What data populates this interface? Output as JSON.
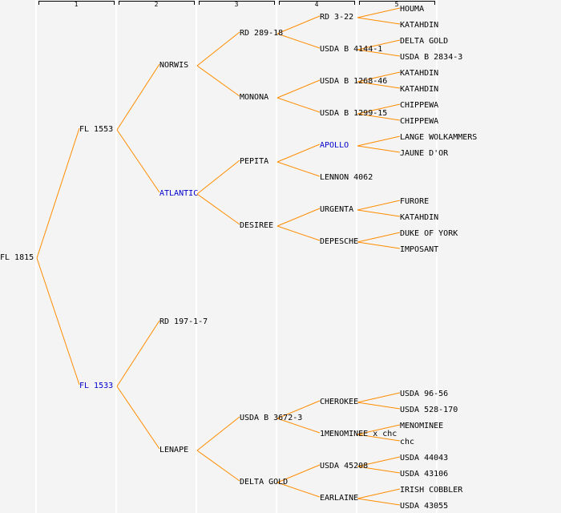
{
  "diagram": {
    "type": "pedigree",
    "line_color": "#ff8c00",
    "highlight_color": "#0000cc",
    "generation_headers": [
      "1",
      "2",
      "3",
      "4",
      "5"
    ],
    "root": {
      "name": "FL 1815",
      "children": [
        {
          "name": "FL 1553",
          "children": [
            {
              "name": "NORWIS",
              "children": [
                {
                  "name": "RD 289-18",
                  "children": [
                    {
                      "name": "RD 3-22",
                      "children": [
                        {
                          "name": "HOUMA"
                        },
                        {
                          "name": "KATAHDIN"
                        }
                      ]
                    },
                    {
                      "name": "USDA B 4144-1",
                      "children": [
                        {
                          "name": "DELTA GOLD"
                        },
                        {
                          "name": "USDA B 2834-3"
                        }
                      ]
                    }
                  ]
                },
                {
                  "name": "MONONA",
                  "children": [
                    {
                      "name": "USDA B 1268-46",
                      "children": [
                        {
                          "name": "KATAHDIN"
                        },
                        {
                          "name": "KATAHDIN"
                        }
                      ]
                    },
                    {
                      "name": "USDA B 1299-15",
                      "children": [
                        {
                          "name": "CHIPPEWA"
                        },
                        {
                          "name": "CHIPPEWA"
                        }
                      ]
                    }
                  ]
                }
              ]
            },
            {
              "name": "ATLANTIC",
              "highlight": true,
              "children": [
                {
                  "name": "PEPITA",
                  "children": [
                    {
                      "name": "APOLLO",
                      "highlight": true,
                      "children": [
                        {
                          "name": "LANGE WOLKAMMERS"
                        },
                        {
                          "name": "JAUNE D'OR"
                        }
                      ]
                    },
                    {
                      "name": "LENNON 4062"
                    }
                  ]
                },
                {
                  "name": "DESIREE",
                  "children": [
                    {
                      "name": "URGENTA",
                      "children": [
                        {
                          "name": "FURORE"
                        },
                        {
                          "name": "KATAHDIN"
                        }
                      ]
                    },
                    {
                      "name": "DEPESCHE",
                      "children": [
                        {
                          "name": "DUKE OF YORK"
                        },
                        {
                          "name": "IMPOSANT"
                        }
                      ]
                    }
                  ]
                }
              ]
            }
          ]
        },
        {
          "name": "FL 1533",
          "highlight": true,
          "children": [
            {
              "name": "RD 197-1-7"
            },
            {
              "name": "LENAPE",
              "children": [
                {
                  "name": "USDA B 3672-3",
                  "children": [
                    {
                      "name": "CHEROKEE",
                      "children": [
                        {
                          "name": "USDA 96-56"
                        },
                        {
                          "name": "USDA 528-170"
                        }
                      ]
                    },
                    {
                      "name": "1MENOMINEE x chc",
                      "children": [
                        {
                          "name": "MENOMINEE"
                        },
                        {
                          "name": "chc"
                        }
                      ]
                    }
                  ]
                },
                {
                  "name": "DELTA GOLD",
                  "children": [
                    {
                      "name": "USDA 45208",
                      "children": [
                        {
                          "name": "USDA 44043"
                        },
                        {
                          "name": "USDA 43106"
                        }
                      ]
                    },
                    {
                      "name": "EARLAINE",
                      "children": [
                        {
                          "name": "IRISH COBBLER"
                        },
                        {
                          "name": "USDA 43055"
                        }
                      ]
                    }
                  ]
                }
              ]
            }
          ]
        }
      ]
    }
  }
}
